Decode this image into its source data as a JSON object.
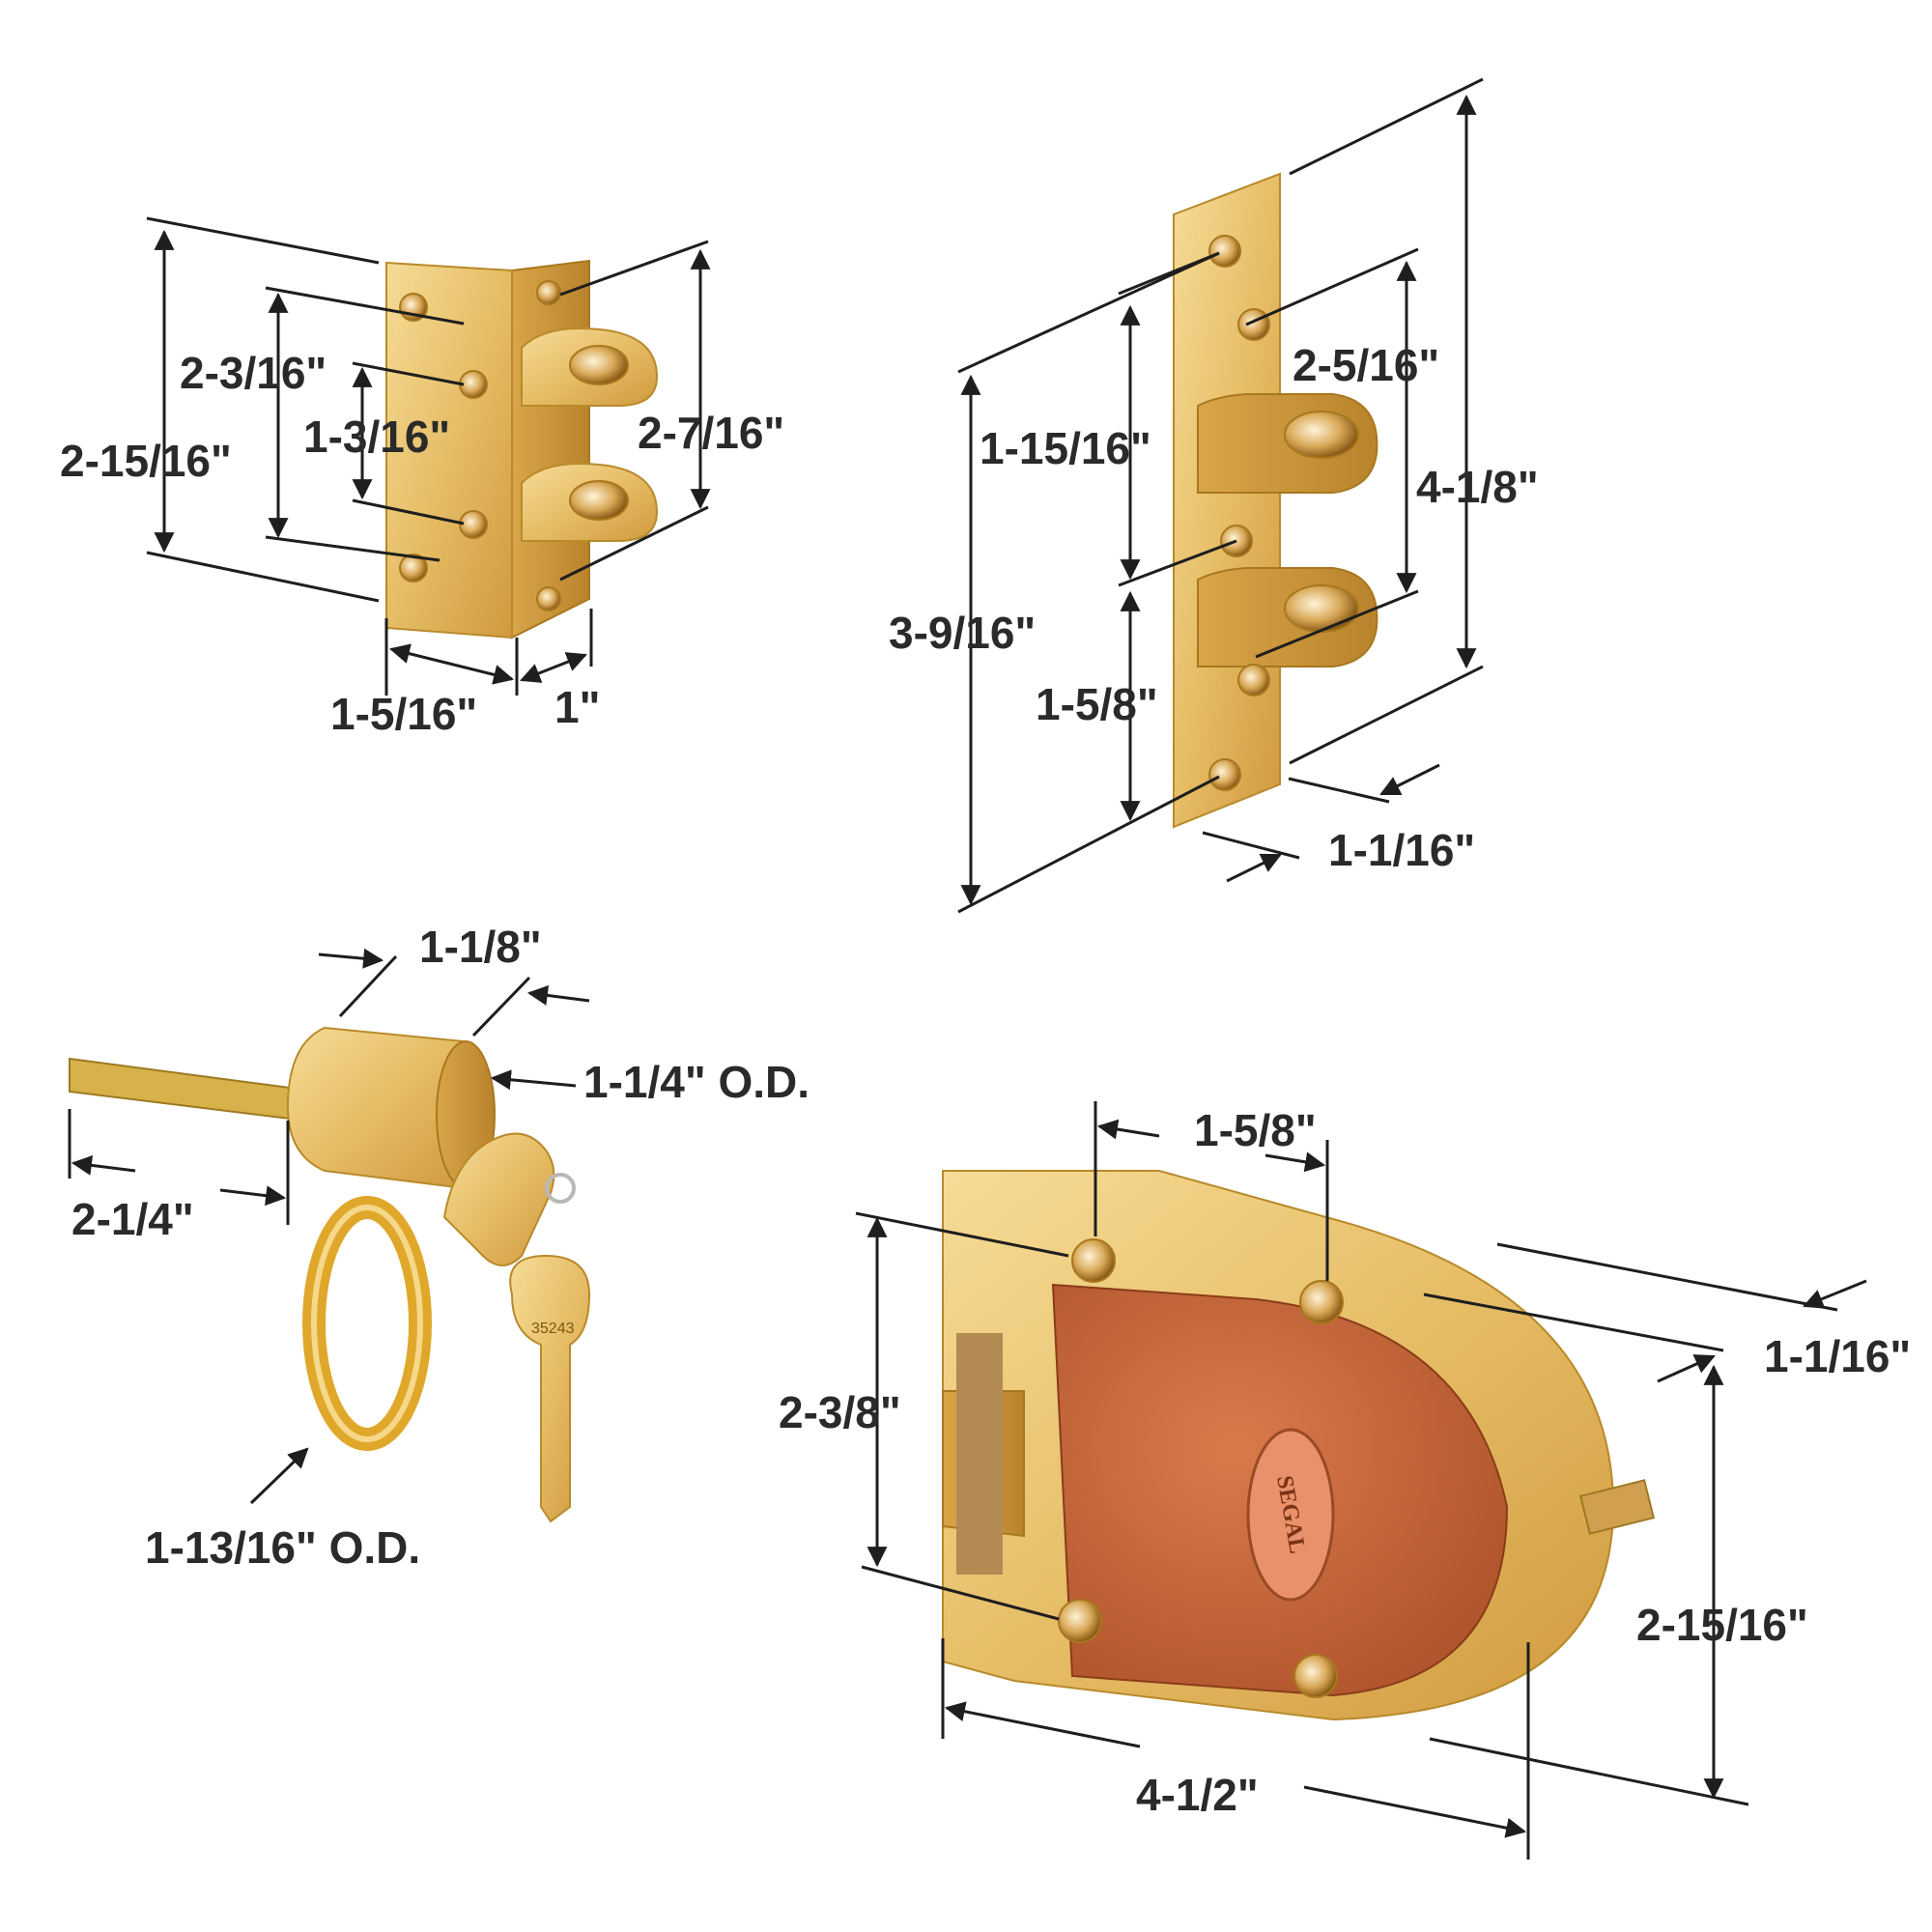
{
  "colors": {
    "brass_light": "#f4d58a",
    "brass_mid": "#e2b65c",
    "brass_dark": "#c8923a",
    "copper_face": "#c8643a",
    "dimension_text": "#2a2a2a"
  },
  "strike_plate": {
    "dim_height_outer": "2-15/16\"",
    "dim_hole_spacing_outer": "2-3/16\"",
    "dim_hole_spacing_inner": "1-3/16\"",
    "dim_height_flange": "2-7/16\"",
    "dim_width_plate": "1-5/16\"",
    "dim_width_flange": "1\""
  },
  "long_strike": {
    "dim_upper_span": "2-5/16\"",
    "dim_total_height": "4-1/8\"",
    "dim_hole_offset": "1-15/16\"",
    "dim_overall_hole_span": "3-9/16\"",
    "dim_lower_hole": "1-5/8\"",
    "dim_width": "1-1/16\""
  },
  "cylinder": {
    "dim_body_length": "1-1/8\"",
    "dim_body_od": "1-1/4\" O.D.",
    "dim_tailpiece": "2-1/4\"",
    "dim_ring_od": "1-13/16\" O.D.",
    "key_number": "35243"
  },
  "deadlock": {
    "dim_hole_spacing_h": "1-5/8\"",
    "dim_hole_spacing_v": "2-3/8\"",
    "dim_depth": "1-1/16\"",
    "dim_height": "2-15/16\"",
    "dim_length": "4-1/2\"",
    "brand_mark": "SEGAL"
  }
}
